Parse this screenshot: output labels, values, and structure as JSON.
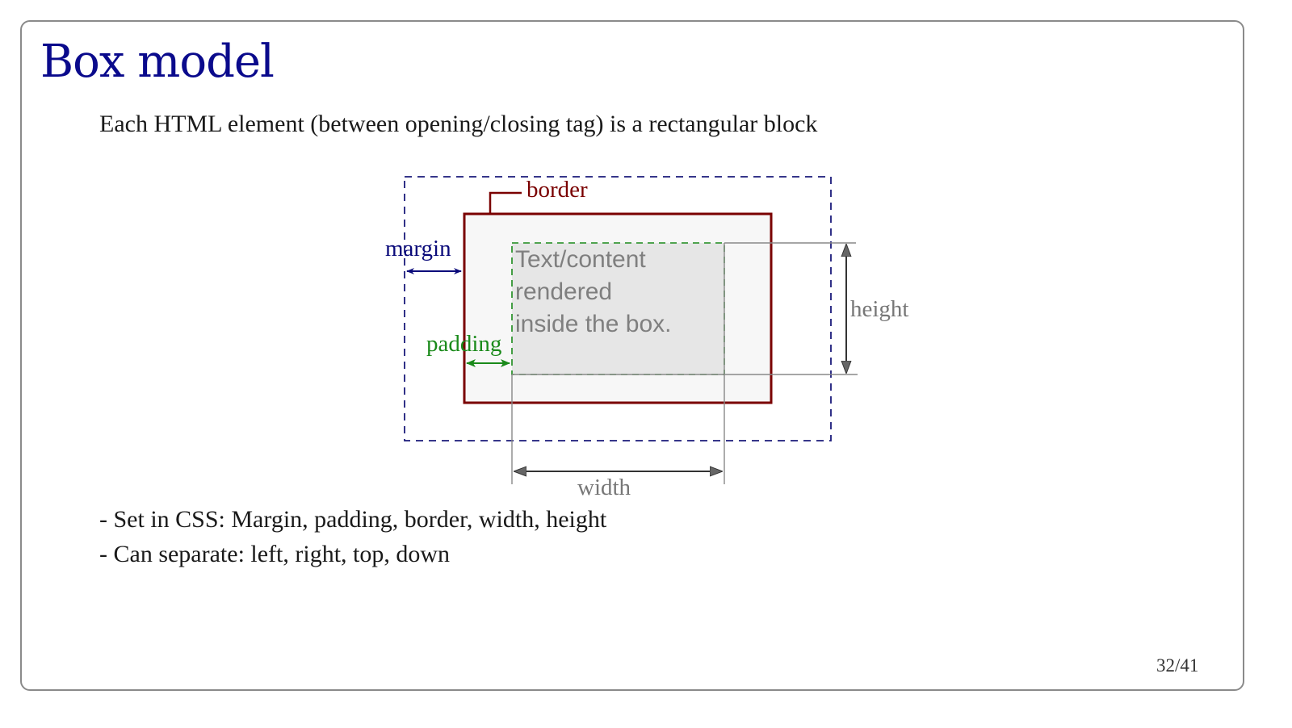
{
  "slide": {
    "title": "Box model",
    "intro": "Each HTML element (between opening/closing tag) is a rectangular block",
    "bullets": [
      "- Set in CSS: Margin, padding, border, width, height",
      "- Can separate: left, right, top, down"
    ],
    "page_number": "32/41"
  },
  "diagram": {
    "labels": {
      "border": "border",
      "margin": "margin",
      "padding": "padding",
      "height": "height",
      "width": "width"
    },
    "content_lines": [
      "Text/content",
      "rendered",
      "inside the box."
    ],
    "colors": {
      "title": "#0a0a8c",
      "margin": "#1a1a7a",
      "border": "#7a0000",
      "padding": "#1a8a1a",
      "dimension": "#777777",
      "content_fill": "#e6e6e6",
      "padding_fill": "#f7f7f7"
    }
  }
}
